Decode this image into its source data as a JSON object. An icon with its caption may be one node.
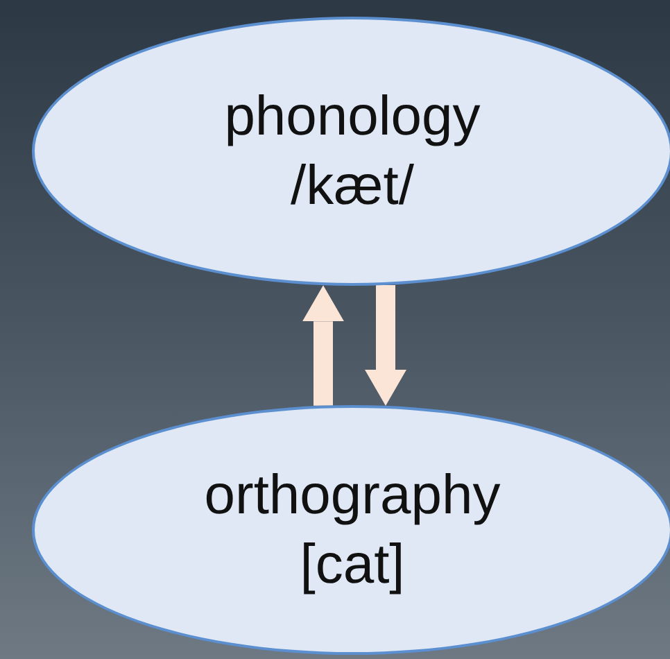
{
  "diagram": {
    "nodes": [
      {
        "text": [
          "phonology",
          "/kæt/"
        ]
      },
      {
        "text": [
          "orthography",
          "[cat]"
        ]
      }
    ],
    "edges": [
      {
        "from": 1,
        "to": 0,
        "arrow": "to"
      },
      {
        "from": 0,
        "to": 1,
        "arrow": "to"
      }
    ]
  }
}
